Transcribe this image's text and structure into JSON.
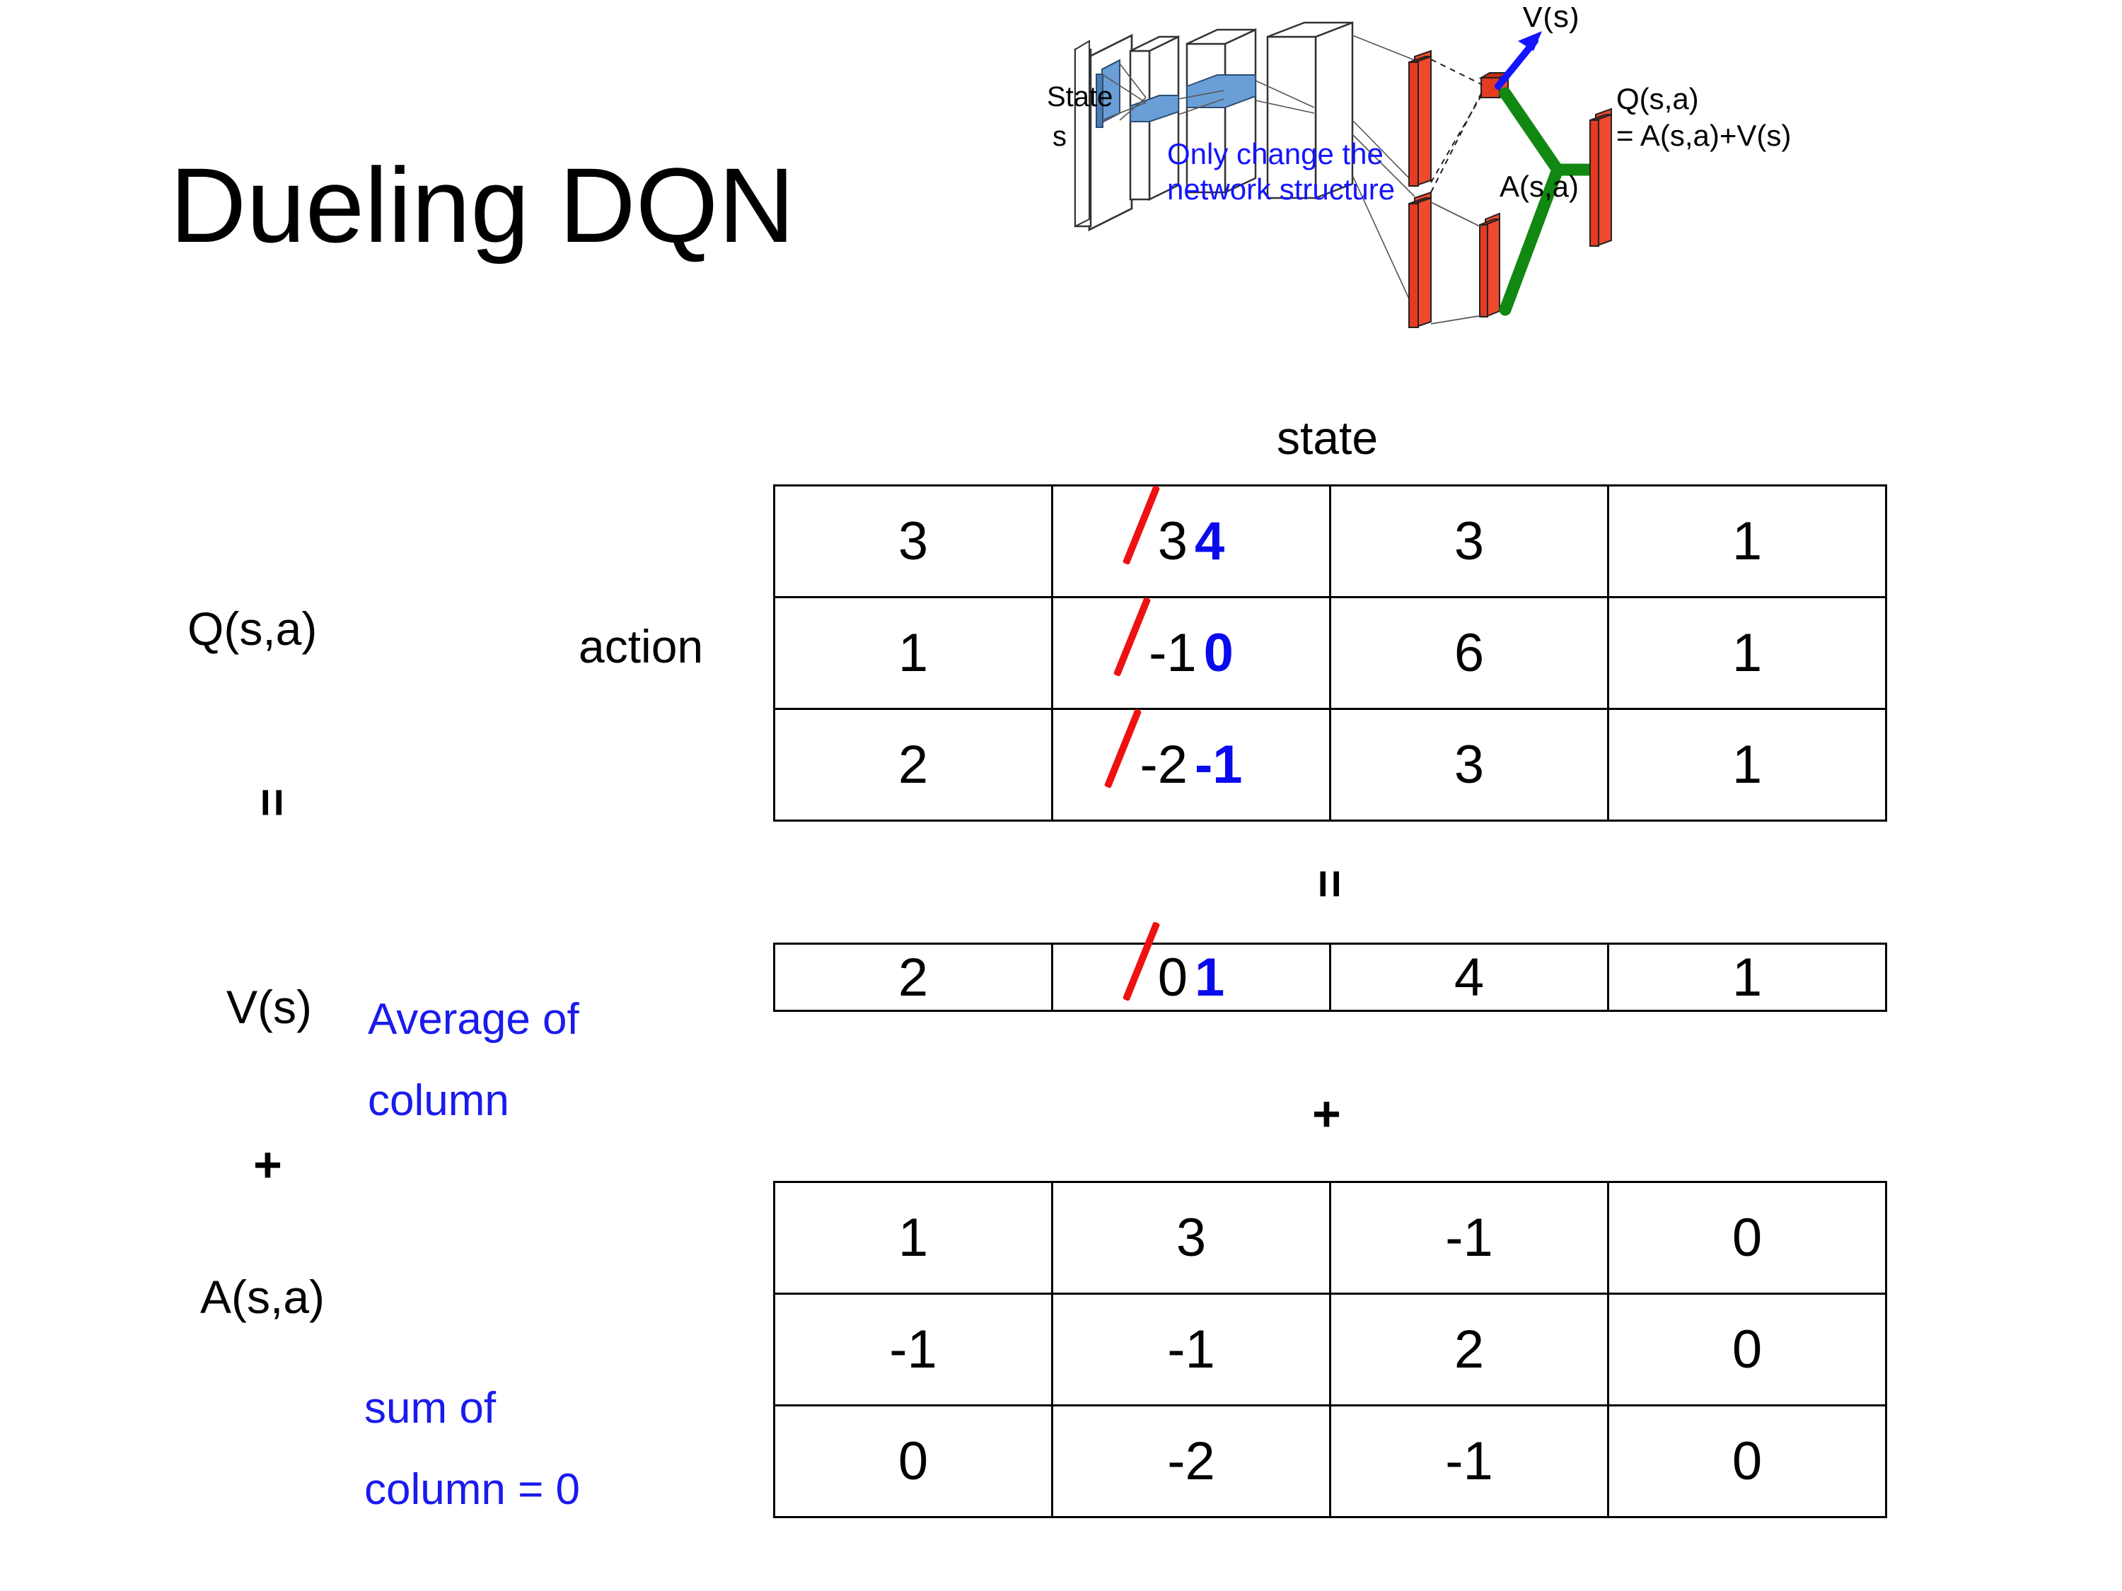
{
  "slide": {
    "title": "Dueling DQN"
  },
  "network_diagram": {
    "input_label_line1": "State",
    "input_label_line2": "s",
    "note_line1": "Only change the",
    "note_line2": "network structure",
    "value_label": "V(s)",
    "advantage_label": "A(s,a)",
    "q_label_line1": "Q(s,a)",
    "q_label_line2": "= A(s,a)+V(s)",
    "colors": {
      "note_blue": "#1414ff",
      "arrow_blue": "#1414ff",
      "bar_red": "#ee2211",
      "merge_green": "#118811",
      "conv_blue": "#6699cc"
    }
  },
  "labels": {
    "state_axis": "state",
    "action_axis": "action",
    "q_label": "Q(s,a)",
    "v_label": "V(s)",
    "a_label": "A(s,a)",
    "equals_left": "=",
    "plus_left": "+",
    "equals_mid": "=",
    "plus_mid": "+",
    "note_v_line1": "Average of",
    "note_v_line2": "column",
    "note_a_line1": "sum of",
    "note_a_line2": "column = 0",
    "annotation_color": "#1a1aee",
    "edit_strike_color": "#ee1111",
    "edit_new_color": "#0a0aee"
  },
  "chart_data": {
    "type": "table",
    "title": "Dueling DQN value/advantage decomposition",
    "xlabel": "state",
    "ylabel": "action",
    "tables": [
      {
        "name": "Q(s,a)",
        "rows": 3,
        "cols": 4,
        "values": [
          [
            "3",
            "3",
            "3",
            "1"
          ],
          [
            "1",
            "-1",
            "6",
            "1"
          ],
          [
            "2",
            "-2",
            "3",
            "1"
          ]
        ],
        "edits": [
          {
            "row": 0,
            "col": 1,
            "old": "3",
            "new": "4"
          },
          {
            "row": 1,
            "col": 1,
            "old": "-1",
            "new": "0"
          },
          {
            "row": 2,
            "col": 1,
            "old": "-2",
            "new": "-1"
          }
        ]
      },
      {
        "name": "V(s)",
        "rows": 1,
        "cols": 4,
        "values": [
          [
            "2",
            "0",
            "4",
            "1"
          ]
        ],
        "edits": [
          {
            "row": 0,
            "col": 1,
            "old": "0",
            "new": "1"
          }
        ]
      },
      {
        "name": "A(s,a)",
        "rows": 3,
        "cols": 4,
        "values": [
          [
            "1",
            "3",
            "-1",
            "0"
          ],
          [
            "-1",
            "-1",
            "2",
            "0"
          ],
          [
            "0",
            "-2",
            "-1",
            "0"
          ]
        ],
        "edits": []
      }
    ]
  }
}
